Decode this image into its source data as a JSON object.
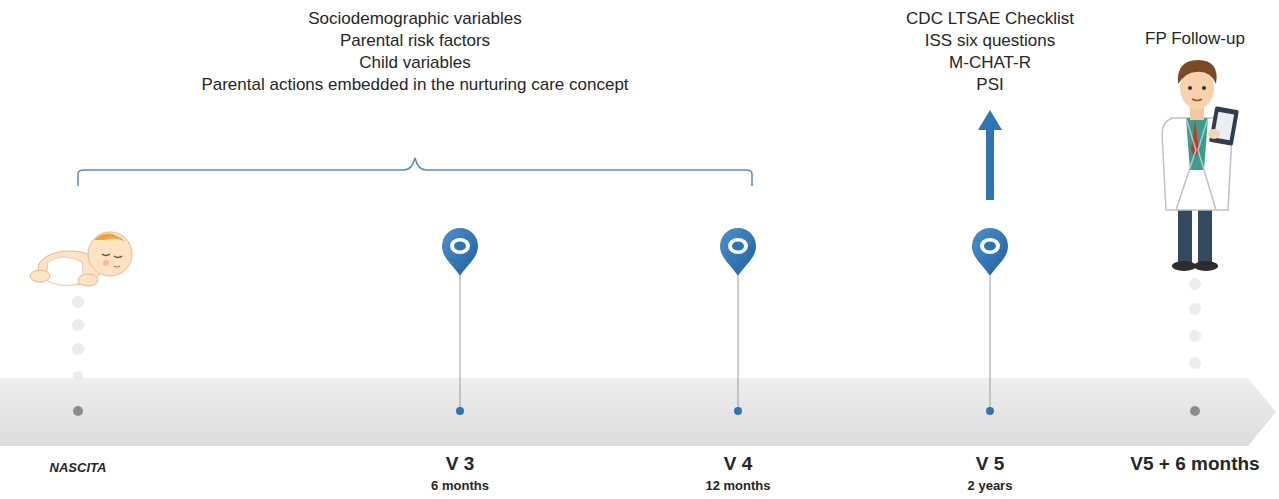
{
  "diagram": {
    "labels": [
      "Sociodemographic variables",
      "Parental risk factors",
      "Child variables",
      "Parental actions embedded in the nurturing care concept",
      "CDC LTSAE Checklist",
      "ISS six questions",
      "M-CHAT-R",
      "PSI",
      "FP Follow-up",
      "NASCITA",
      "V 3",
      "6 months",
      "V 4",
      "12 months",
      "V 5",
      "2 years",
      "V5 + 6 months"
    ]
  }
}
